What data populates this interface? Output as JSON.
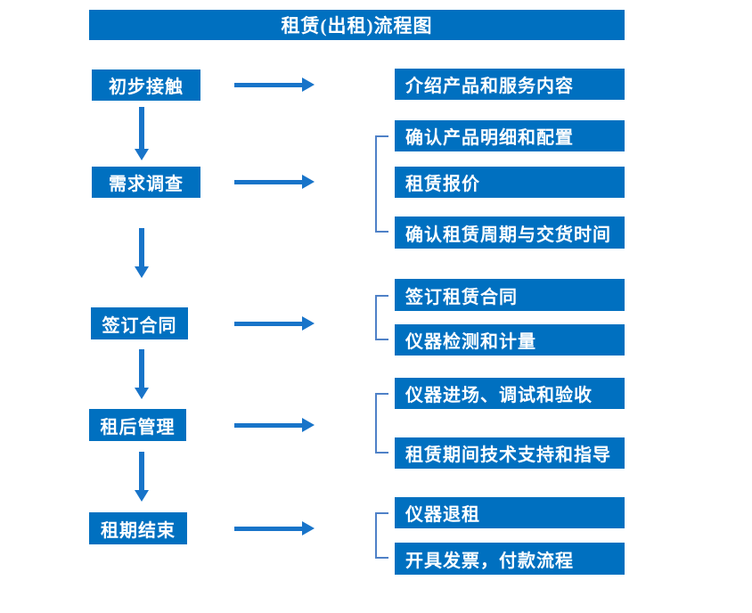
{
  "title": "租赁(出租)流程图",
  "steps": [
    {
      "label": "初步接触",
      "details": [
        "介绍产品和服务内容"
      ]
    },
    {
      "label": "需求调查",
      "details": [
        "确认产品明细和配置",
        "租赁报价",
        "确认租赁周期与交货时间"
      ]
    },
    {
      "label": "签订合同",
      "details": [
        "签订租赁合同",
        "仪器检测和计量"
      ]
    },
    {
      "label": "租后管理",
      "details": [
        "仪器进场、调试和验收",
        "租赁期间技术支持和指导"
      ]
    },
    {
      "label": "租期结束",
      "details": [
        "仪器退租",
        "开具发票，付款流程"
      ]
    }
  ],
  "colors": {
    "box": "#0070C0",
    "arrow": "#1874C9",
    "bracket": "#4F81C7",
    "text": "#FFFFFF",
    "background": "#FFFFFF"
  }
}
